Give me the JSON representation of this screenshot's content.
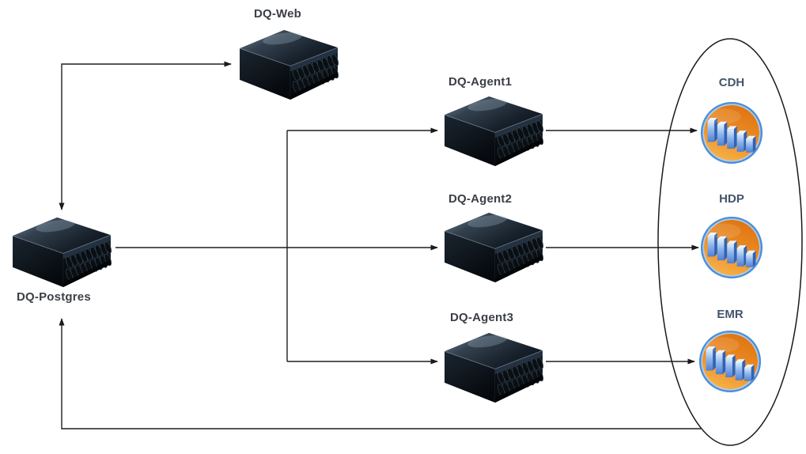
{
  "diagram": {
    "nodes": {
      "web": {
        "label": "DQ-Web",
        "type": "server"
      },
      "postgres": {
        "label": "DQ-Postgres",
        "type": "server"
      },
      "agent1": {
        "label": "DQ-Agent1",
        "type": "server"
      },
      "agent2": {
        "label": "DQ-Agent2",
        "type": "server"
      },
      "agent3": {
        "label": "DQ-Agent3",
        "type": "server"
      }
    },
    "clusters": {
      "cdh": {
        "label": "CDH",
        "type": "hadoop-cluster"
      },
      "hdp": {
        "label": "HDP",
        "type": "hadoop-cluster"
      },
      "emr": {
        "label": "EMR",
        "type": "hadoop-cluster"
      }
    },
    "group": {
      "name": "clusters-ellipse",
      "label": ""
    },
    "edges": [
      {
        "from": "DQ-Postgres",
        "to": "DQ-Web",
        "bidirectional": true
      },
      {
        "from": "DQ-Postgres",
        "to": "DQ-Agent1",
        "bidirectional": false
      },
      {
        "from": "DQ-Postgres",
        "to": "DQ-Agent2",
        "bidirectional": false
      },
      {
        "from": "DQ-Postgres",
        "to": "DQ-Agent3",
        "bidirectional": false
      },
      {
        "from": "DQ-Agent1",
        "to": "CDH",
        "bidirectional": false
      },
      {
        "from": "DQ-Agent2",
        "to": "HDP",
        "bidirectional": false
      },
      {
        "from": "DQ-Agent3",
        "to": "EMR",
        "bidirectional": false
      },
      {
        "from": "clusters-ellipse",
        "to": "DQ-Postgres",
        "bidirectional": false
      }
    ],
    "colors": {
      "background": "#ffffff",
      "wire": "#1f1f1f",
      "server_label": "#3b3f45",
      "cluster_label": "#44546a",
      "cluster_icon_orange": "#e8821f",
      "cluster_icon_ring_blue": "#4d8fd6",
      "cluster_icon_pillar_blue": "#6b9ce0"
    }
  }
}
